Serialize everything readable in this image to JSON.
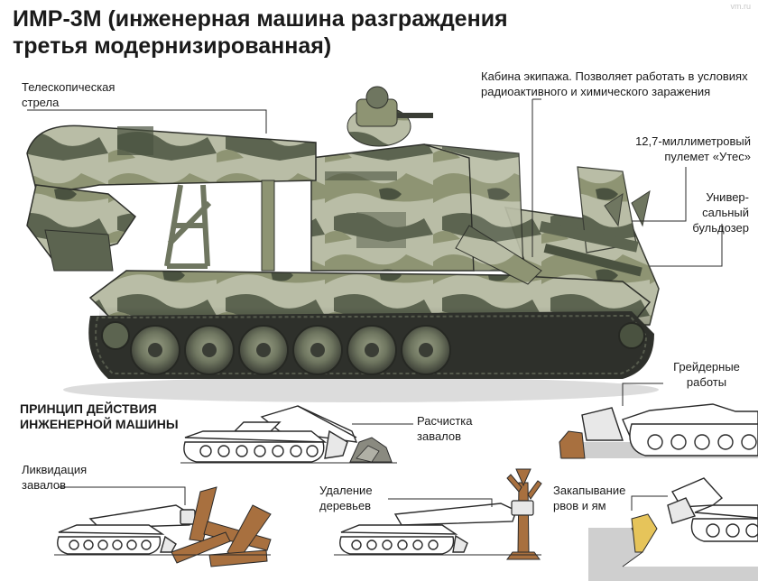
{
  "title_line1": "ИМР-3М (инженерная машина разграждения",
  "title_line2": "третья модернизированная)",
  "watermark": "vm.ru",
  "callouts": {
    "boom_line1": "Телескопическая",
    "boom_line2": "стрела",
    "cabin_line1": "Кабина экипажа. Позволяет работать в условиях",
    "cabin_line2": "радиоактивного и химического заражения",
    "mg_line1": "12,7-миллиметровый",
    "mg_line2": "пулемет «Утес»",
    "dozer_line1": "Универ-",
    "dozer_line2": "сальный",
    "dozer_line3": "бульдозер"
  },
  "principle": {
    "heading_line1": "ПРИНЦИП ДЕЙСТВИЯ",
    "heading_line2": "ИНЖЕНЕРНОЙ МАШИНЫ"
  },
  "steps": {
    "clearing_line1": "Расчистка",
    "clearing_line2": "завалов",
    "grader_line1": "Грейдерные",
    "grader_line2": "работы",
    "liquidation_line1": "Ликвидация",
    "liquidation_line2": "завалов",
    "trees_line1": "Удаление",
    "trees_line2": "деревьев",
    "burying_line1": "Закапывание",
    "burying_line2": "рвов и ям"
  },
  "colors": {
    "camo_light": "#b9bda6",
    "camo_mid": "#8e9473",
    "camo_dark": "#4a5240",
    "track": "#2e302b",
    "wood": "#a8703f",
    "rubble": "#8a8a80",
    "ground": "#cfcfcf",
    "outline": "#2a2a2a"
  }
}
